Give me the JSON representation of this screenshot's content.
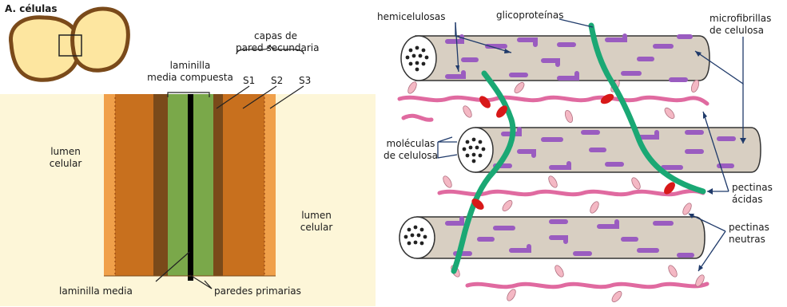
{
  "left_panel": {
    "title": "A. células",
    "labels": {
      "capas": "capas de\npared secundaria",
      "laminilla_compuesta": "laminilla\nmedia compuesta",
      "s1": "S1",
      "s2": "S2",
      "s3": "S3",
      "lumen_left": "lumen\ncelular",
      "lumen_right": "lumen\ncelular",
      "laminilla_media": "laminilla media",
      "paredes_primarias": "paredes primarias"
    }
  },
  "right_panel": {
    "labels": {
      "hemicelulosas": "hemicelulosas",
      "glicoproteinas": "glicoproteínas",
      "microfibrillas": "microfibrillas\nde celulosa",
      "moleculas": "moléculas\nde celulosa",
      "pectinas_acidas": "pectinas\nácidas",
      "pectinas_neutras": "pectinas\nneutras"
    }
  },
  "colors": {
    "cell_fill": "#fde6a0",
    "cell_outline": "#7a4a1a",
    "lumen": "#fdf6d8",
    "secondary_s1": "#f0a04a",
    "secondary_s2": "#c8701e",
    "primary_wall": "#7aa84a",
    "middle_lamella": "#000000",
    "dark_brown": "#7a4a1a",
    "microfibril": "#d8cfc2",
    "hemicellulose": "#9a5cc0",
    "glycoprotein": "#1aa874",
    "pectin_acid": "#e06aa0",
    "pectin_neutral": "#f4b8c4",
    "calcium_bridge": "#d81818"
  }
}
